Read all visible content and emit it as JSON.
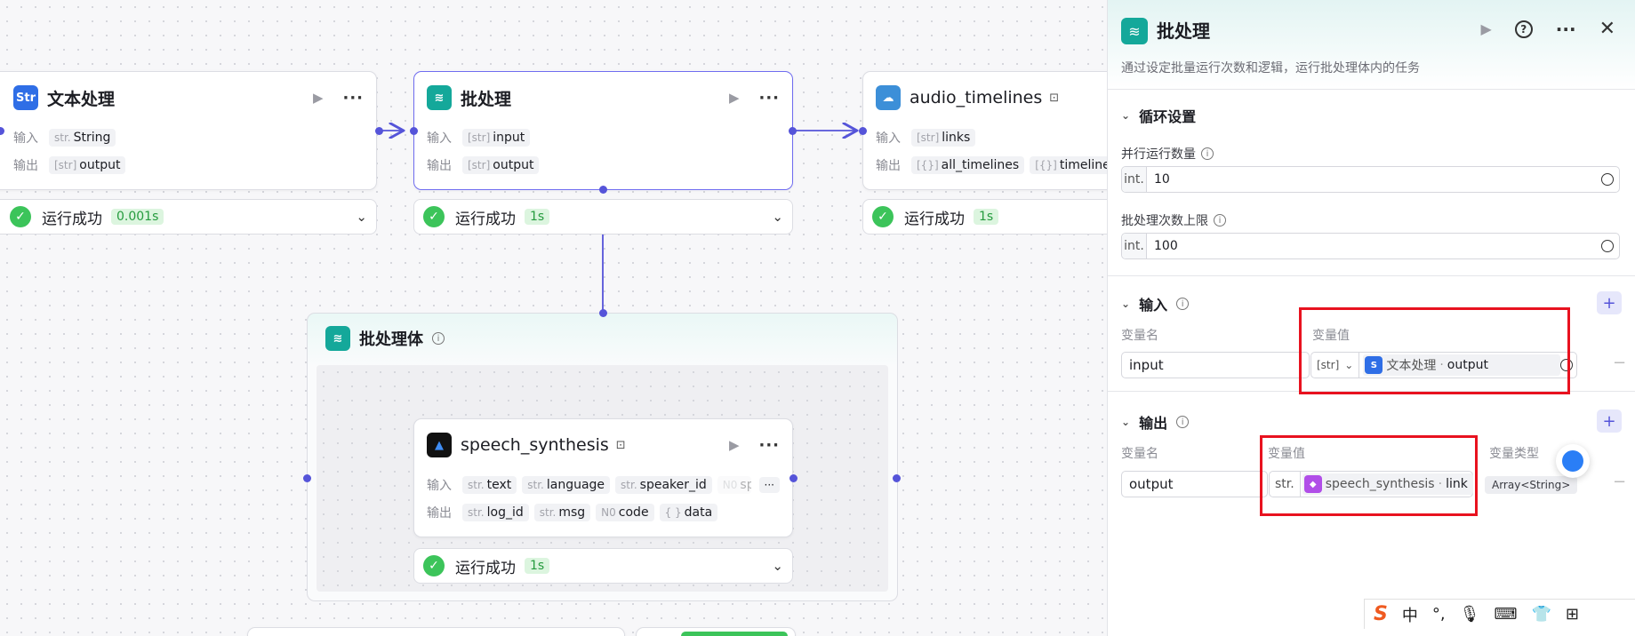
{
  "canvas": {
    "node_text": {
      "title": "文本处理",
      "input_label": "输入",
      "output_label": "输出",
      "inputs": [
        {
          "type": "str.",
          "name": "String"
        }
      ],
      "outputs": [
        {
          "type": "[str]",
          "name": "output"
        }
      ],
      "status": "运行成功",
      "time": "0.001s"
    },
    "node_batch": {
      "title": "批处理",
      "input_label": "输入",
      "output_label": "输出",
      "inputs": [
        {
          "type": "[str]",
          "name": "input"
        }
      ],
      "outputs": [
        {
          "type": "[str]",
          "name": "output"
        }
      ],
      "status": "运行成功",
      "time": "1s"
    },
    "node_audio": {
      "title": "audio_timelines",
      "input_label": "输入",
      "output_label": "输出",
      "inputs": [
        {
          "type": "[str]",
          "name": "links"
        }
      ],
      "outputs": [
        {
          "type": "[{}]",
          "name": "all_timelines"
        },
        {
          "type": "[{}]",
          "name": "timelines"
        }
      ],
      "status": "运行成功",
      "time": "1s"
    },
    "group": {
      "title": "批处理体"
    },
    "node_speech": {
      "title": "speech_synthesis",
      "input_label": "输入",
      "output_label": "输出",
      "inputs": [
        {
          "type": "str.",
          "name": "text"
        },
        {
          "type": "str.",
          "name": "language"
        },
        {
          "type": "str.",
          "name": "speaker_id"
        },
        {
          "type": "N0",
          "name": "sp"
        }
      ],
      "outputs": [
        {
          "type": "str.",
          "name": "log_id"
        },
        {
          "type": "str.",
          "name": "msg"
        },
        {
          "type": "N0",
          "name": "code"
        },
        {
          "type": "{ }",
          "name": "data"
        }
      ],
      "more": "···",
      "status": "运行成功",
      "time": "1s"
    }
  },
  "panel": {
    "title": "批处理",
    "description": "通过设定批量运行次数和逻辑，运行批处理体内的任务",
    "loop_section": "循环设置",
    "parallel_label": "并行运行数量",
    "parallel_prefix": "int.",
    "parallel_value": "10",
    "limit_label": "批处理次数上限",
    "limit_prefix": "int.",
    "limit_value": "100",
    "input_section": "输入",
    "input_col_name": "变量名",
    "input_col_value": "变量值",
    "input_var_name": "input",
    "input_var_type": "[str]",
    "input_ref_node": "文本处理",
    "input_ref_sep": "·",
    "input_ref_field": "output",
    "output_section": "输出",
    "output_col_name": "变量名",
    "output_col_value": "变量值",
    "output_col_type": "变量类型",
    "output_var_name": "output",
    "output_var_type": "str.",
    "output_ref_node": "speech_synthesis",
    "output_ref_sep": "·",
    "output_ref_field": "link",
    "output_type_pill": "Array<String>"
  },
  "ime": {
    "lang": "中",
    "punct": "°,"
  },
  "colors": {
    "accent": "#5554d9",
    "success": "#3cc45a",
    "highlight": "#e8121f",
    "batch_icon": "#14a89a",
    "text_icon": "#2f6ee6",
    "plugin_icon": "#b14ee8"
  }
}
